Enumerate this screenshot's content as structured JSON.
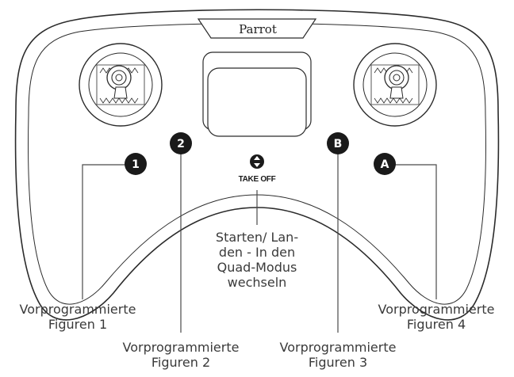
{
  "device": {
    "brand": "Parrot",
    "takeoff_label": "TAKE OFF"
  },
  "buttons": [
    {
      "id": "1",
      "label": "1"
    },
    {
      "id": "2",
      "label": "2"
    },
    {
      "id": "B",
      "label": "B"
    },
    {
      "id": "A",
      "label": "A"
    }
  ],
  "callouts": {
    "center": [
      "Starten/ Lan-",
      "den - In den",
      "Quad-Modus",
      "wechseln"
    ],
    "btn1": [
      "Vorprogrammierte",
      "Figuren 1"
    ],
    "btn2": [
      "Vorprogrammierte",
      "Figuren 2"
    ],
    "btnB": [
      "Vorprogrammierte",
      "Figuren 3"
    ],
    "btnA": [
      "Vorprogrammierte",
      "Figuren 4"
    ]
  },
  "colors": {
    "outline": "#2b2b2b",
    "badge_fill": "#1a1a1a",
    "text": "#3a3a3a"
  }
}
